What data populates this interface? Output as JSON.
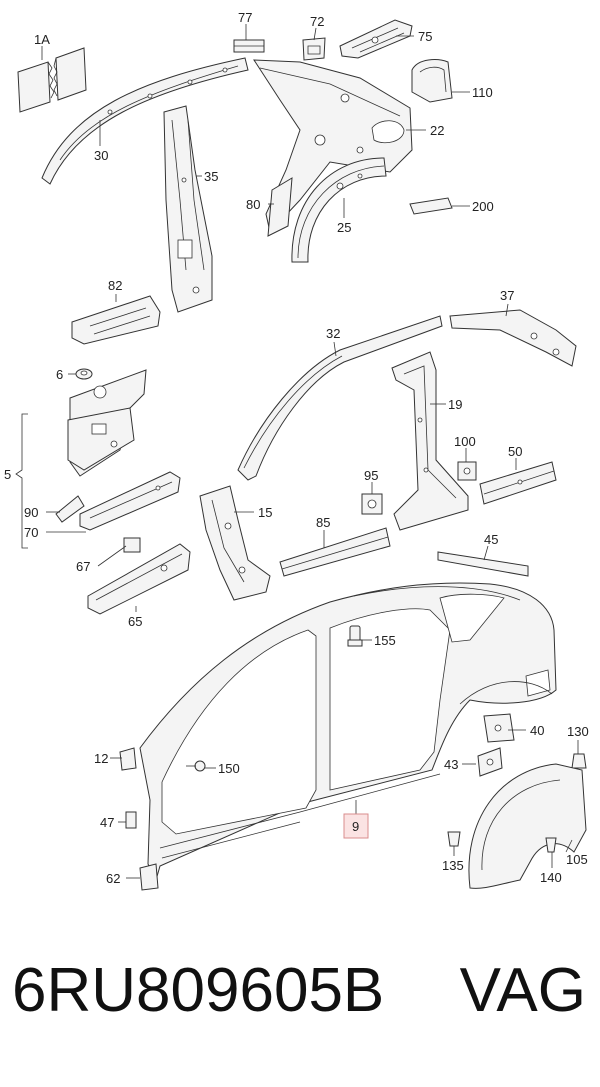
{
  "callouts": {
    "c1A": "1A",
    "c77": "77",
    "c72": "72",
    "c75": "75",
    "c110": "110",
    "c30": "30",
    "c35": "35",
    "c22": "22",
    "c80": "80",
    "c25": "25",
    "c200": "200",
    "c82": "82",
    "c37": "37",
    "c32": "32",
    "c6": "6",
    "c19": "19",
    "c5": "5",
    "c100": "100",
    "c50": "50",
    "c95": "95",
    "c90": "90",
    "c15": "15",
    "c85": "85",
    "c70": "70",
    "c45": "45",
    "c67": "67",
    "c65": "65",
    "c155": "155",
    "c40": "40",
    "c130": "130",
    "c12": "12",
    "c150": "150",
    "c43": "43",
    "c47": "47",
    "c9": "9",
    "c135": "135",
    "c105": "105",
    "c62": "62",
    "c140": "140"
  },
  "footer": {
    "part_number": "6RU809605B",
    "brand": "VAG"
  },
  "colors": {
    "highlight_box": "#d98c8c",
    "line": "#333333"
  }
}
